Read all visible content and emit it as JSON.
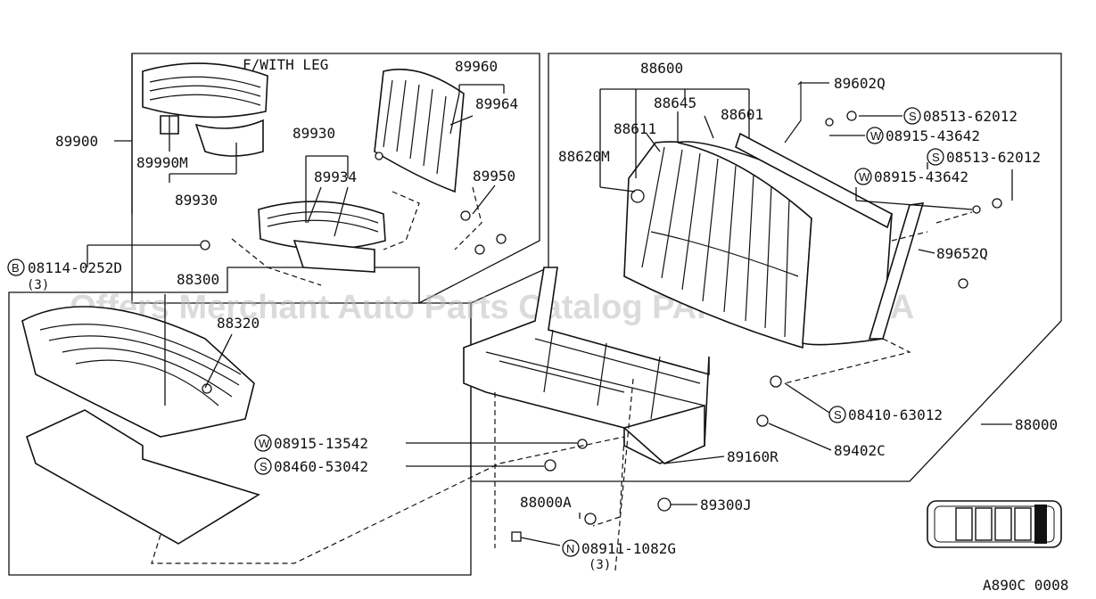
{
  "labels": {
    "f_with_leg": "F/WITH LEG",
    "p89960": "89960",
    "p89964": "89964",
    "p89900": "89900",
    "p89930_top": "89930",
    "p89934": "89934",
    "p89950": "89950",
    "p89990m": "89990M",
    "p89930_bottom": "89930",
    "p88600": "88600",
    "p88645": "88645",
    "p88601": "88601",
    "p88611": "88611",
    "p88620m": "88620M",
    "p89602q": "89602Q",
    "p89652q": "89652Q",
    "p88300": "88300",
    "p88320": "88320",
    "p88000": "88000",
    "p89160r": "89160R",
    "p89402c": "89402C",
    "p89300j": "89300J",
    "p88000a": "88000A",
    "b_08114": "08114-0252D",
    "b_08114_qty": "(3)",
    "s_08513_a": "08513-62012",
    "w_08915_a": "08915-43642",
    "s_08513_b": "08513-62012",
    "w_08915_b": "08915-43642",
    "w_08915_13542": "08915-13542",
    "s_08460": "08460-53042",
    "s_08410": "08410-63012",
    "n_08911": "08911-1082G",
    "n_08911_qty": "(3)",
    "ref_code": "A890C 0008"
  },
  "symbols": {
    "b": "B",
    "s": "S",
    "w": "W",
    "n": "N"
  },
  "watermark": "Offers Merchant Auto Parts Catalog PARTSTORE.SA"
}
